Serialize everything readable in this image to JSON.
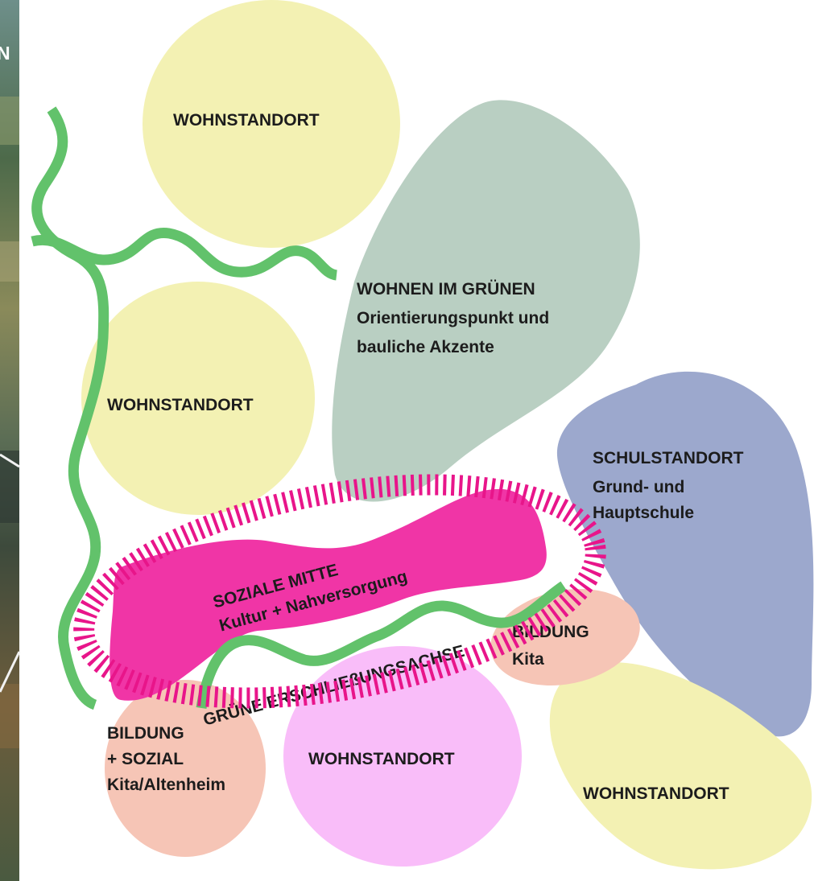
{
  "colors": {
    "wohnstandort": "#f3f1b3",
    "wohnen_im_gruenen": "#b9cfc2",
    "schulstandort": "#9ca8cd",
    "bildung": "#f6c5b6",
    "wohnstandort_pink": "#f9bdf9",
    "soziale_mitte": "#f035a6",
    "dash_ring": "#e8158a",
    "green_line": "#62c26b",
    "text": "#1c1c1c"
  },
  "aerial_strip": {
    "partial_label": "N"
  },
  "zones": {
    "wohnstandort_top": {
      "label": "WOHNSTANDORT"
    },
    "wohnstandort_mid": {
      "label": "WOHNSTANDORT"
    },
    "wohnen_im_gruenen": {
      "title": "WOHNEN IM GRÜNEN",
      "line1": "Orientierungspunkt und",
      "line2": "bauliche Akzente"
    },
    "schulstandort": {
      "title": "SCHULSTANDORT",
      "line1": "Grund- und",
      "line2": "Hauptschule"
    },
    "soziale_mitte": {
      "title": "SOZIALE MITTE",
      "subtitle": "Kultur + Nahversorgung"
    },
    "gruene_achse": {
      "label": "GRÜNE ERSCHLIEßUNGSACHSE"
    },
    "bildung_kita": {
      "title": "BILDUNG",
      "line1": "Kita"
    },
    "bildung_sozial": {
      "title": "BILDUNG",
      "line1": "+ SOZIAL",
      "line2": "Kita/Altenheim"
    },
    "wohnstandort_pink": {
      "label": "WOHNSTANDORT"
    },
    "wohnstandort_bottom": {
      "label": "WOHNSTANDORT"
    }
  }
}
